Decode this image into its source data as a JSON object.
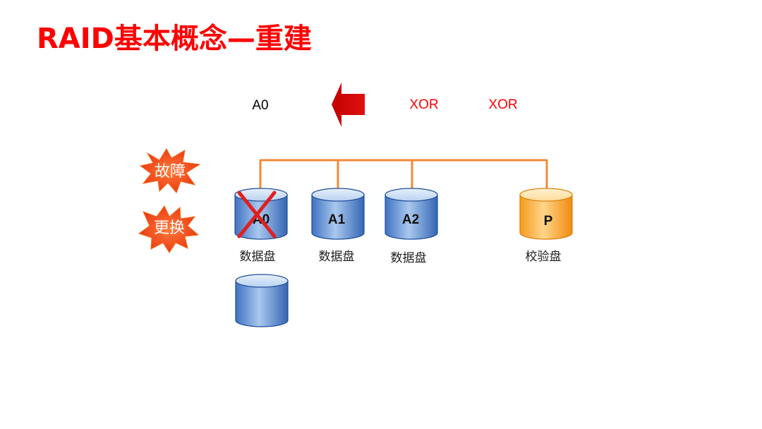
{
  "title": "RAID基本概念—重建",
  "result_label": "A0",
  "xor_labels": [
    "XOR",
    "XOR"
  ],
  "burst_labels": {
    "fault": "故障",
    "replace": "更换"
  },
  "disks": [
    {
      "label": "A0",
      "caption": "数据盘",
      "kind": "data",
      "failed": true
    },
    {
      "label": "A1",
      "caption": "数据盘",
      "kind": "data",
      "failed": false
    },
    {
      "label": "A2",
      "caption": "数据盘",
      "kind": "data",
      "failed": false
    },
    {
      "label": "P",
      "caption": "校验盘",
      "kind": "parity",
      "failed": false
    }
  ],
  "colors": {
    "title": "#ff0000",
    "xor": "#ff0000",
    "arrow": "#cc0000",
    "bus": "#f08a3a",
    "disk_blue_light": "#c8dcf4",
    "disk_blue_dark": "#2a5aa8",
    "disk_orange_light": "#ffe0a0",
    "disk_orange_dark": "#f59a20",
    "burst": "#f0431c",
    "fail_cross": "#e02020"
  }
}
